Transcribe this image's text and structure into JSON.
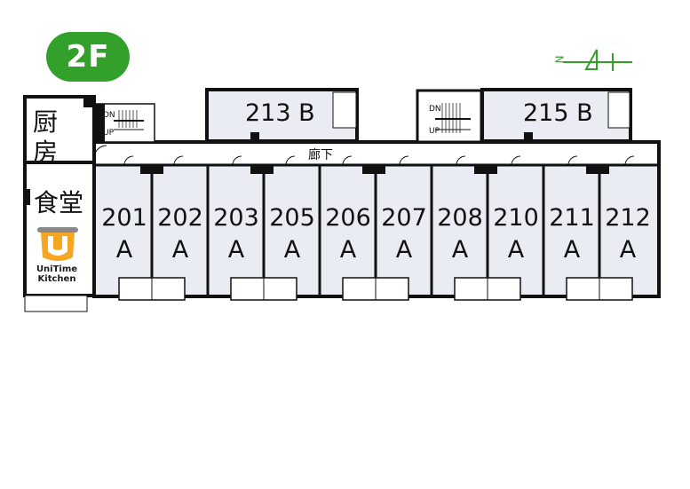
{
  "floor": {
    "label": "2F",
    "badge_color": "#33a02c"
  },
  "compass": {
    "north": "N"
  },
  "corridor_label": "廊下",
  "kitchen_label": [
    "厨",
    "房"
  ],
  "dining_label": "食堂",
  "stairs": [
    {
      "down": "DN",
      "up": "UP"
    },
    {
      "down": "DN",
      "up": "UP"
    }
  ],
  "rooms_a": [
    {
      "number": "201",
      "type": "A"
    },
    {
      "number": "202",
      "type": "A"
    },
    {
      "number": "203",
      "type": "A"
    },
    {
      "number": "205",
      "type": "A"
    },
    {
      "number": "206",
      "type": "A"
    },
    {
      "number": "207",
      "type": "A"
    },
    {
      "number": "208",
      "type": "A"
    },
    {
      "number": "210",
      "type": "A"
    },
    {
      "number": "211",
      "type": "A"
    },
    {
      "number": "212",
      "type": "A"
    }
  ],
  "rooms_b": [
    {
      "number": "213",
      "type": "B"
    },
    {
      "number": "215",
      "type": "B"
    }
  ],
  "logo": {
    "line1": "UniTime",
    "line2": "Kitchen",
    "icon": "pot-icon",
    "accent": "#f5a623"
  }
}
